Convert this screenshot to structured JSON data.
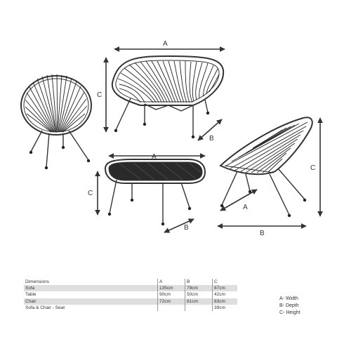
{
  "diagram": {
    "labels": {
      "width": "A",
      "depth": "B",
      "height": "C"
    }
  },
  "table": {
    "header": [
      "Dimensions",
      "A",
      "B",
      "C"
    ],
    "rows": [
      [
        "Sofa",
        "135cm",
        "79cm",
        "87cm"
      ],
      [
        "Table",
        "90cm",
        "50cm",
        "42cm"
      ],
      [
        "Chair",
        "72cm",
        "81cm",
        "83cm"
      ],
      [
        "Sofa & Chair - Seat",
        "",
        "",
        "39cm"
      ]
    ]
  },
  "legend": {
    "width": "A- Width",
    "depth": "B- Depth",
    "height": "C- Height"
  }
}
